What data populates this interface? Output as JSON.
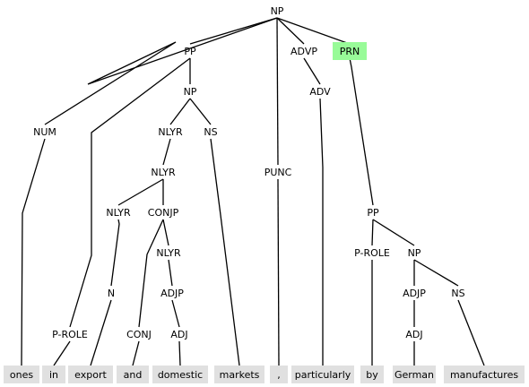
{
  "colors": {
    "background": "#ffffff",
    "edge": "#000000",
    "token_box": "#e0e0e0",
    "highlight": "#98fb98",
    "text": "#000000"
  },
  "root": "n0",
  "highlighted": [
    "n_prn"
  ],
  "nodes": {
    "n0": {
      "label": "NP",
      "children": [
        "n_num",
        "n_pp",
        "n_punc",
        "n_advp",
        "n_prn"
      ]
    },
    "n_num": {
      "label": "NUM",
      "children": [
        "t0"
      ]
    },
    "n_pp": {
      "label": "PP",
      "children": [
        "n_prole",
        "n_np1"
      ]
    },
    "n_prole": {
      "label": "P-ROLE",
      "children": [
        "t1"
      ]
    },
    "n_np1": {
      "label": "NP",
      "children": [
        "n_nlyr1",
        "n_ns1"
      ]
    },
    "n_nlyr1": {
      "label": "NLYR",
      "children": [
        "n_nlyr2"
      ]
    },
    "n_nlyr2": {
      "label": "NLYR",
      "children": [
        "n_nlyr3",
        "n_conjp"
      ]
    },
    "n_nlyr3": {
      "label": "NLYR",
      "children": [
        "n_n"
      ]
    },
    "n_n": {
      "label": "N",
      "children": [
        "t2"
      ]
    },
    "n_conjp": {
      "label": "CONJP",
      "children": [
        "n_conj",
        "n_nlyr4"
      ]
    },
    "n_conj": {
      "label": "CONJ",
      "children": [
        "t3"
      ]
    },
    "n_nlyr4": {
      "label": "NLYR",
      "children": [
        "n_adjp1"
      ]
    },
    "n_adjp1": {
      "label": "ADJP",
      "children": [
        "n_adj1"
      ]
    },
    "n_adj1": {
      "label": "ADJ",
      "children": [
        "t4"
      ]
    },
    "n_ns1": {
      "label": "NS",
      "children": [
        "t5"
      ]
    },
    "n_punc": {
      "label": "PUNC",
      "children": [
        "t6"
      ]
    },
    "n_advp": {
      "label": "ADVP",
      "children": [
        "n_adv"
      ]
    },
    "n_adv": {
      "label": "ADV",
      "children": [
        "t7"
      ]
    },
    "n_prn": {
      "label": "PRN",
      "children": [
        "n_pp2"
      ]
    },
    "n_pp2": {
      "label": "PP",
      "children": [
        "n_prole2",
        "n_np2"
      ]
    },
    "n_prole2": {
      "label": "P-ROLE",
      "children": [
        "t8"
      ]
    },
    "n_np2": {
      "label": "NP",
      "children": [
        "n_adjp2",
        "n_ns2"
      ]
    },
    "n_adjp2": {
      "label": "ADJP",
      "children": [
        "n_adj2"
      ]
    },
    "n_adj2": {
      "label": "ADJ",
      "children": [
        "t9"
      ]
    },
    "n_ns2": {
      "label": "NS",
      "children": [
        "t10"
      ]
    }
  },
  "tokens": [
    {
      "id": "t0",
      "text": "ones"
    },
    {
      "id": "t1",
      "text": "in"
    },
    {
      "id": "t2",
      "text": "export"
    },
    {
      "id": "t3",
      "text": "and"
    },
    {
      "id": "t4",
      "text": "domestic"
    },
    {
      "id": "t5",
      "text": "markets"
    },
    {
      "id": "t6",
      "text": ","
    },
    {
      "id": "t7",
      "text": "particularly"
    },
    {
      "id": "t8",
      "text": "by"
    },
    {
      "id": "t9",
      "text": "German"
    },
    {
      "id": "t10",
      "text": "manufactures"
    }
  ]
}
